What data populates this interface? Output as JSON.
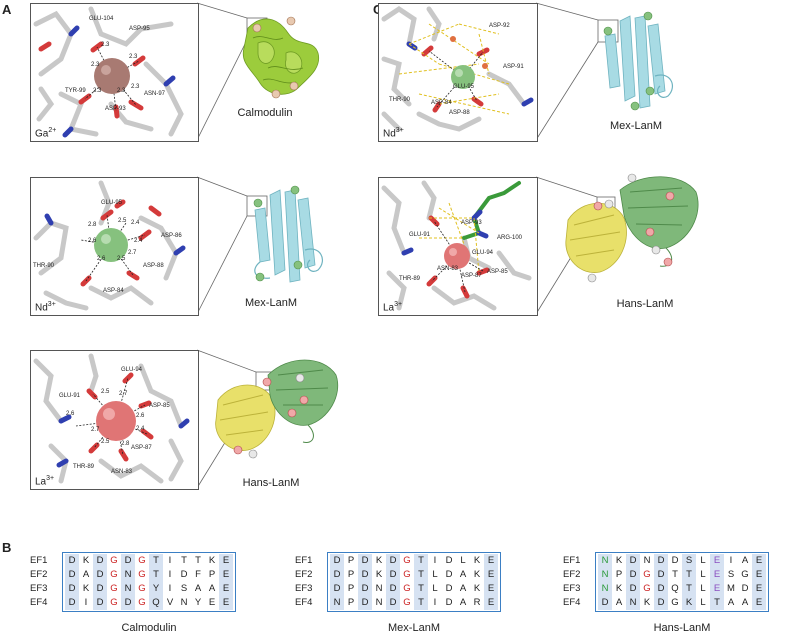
{
  "panels": {
    "a": "A",
    "b": "B",
    "c": "C"
  },
  "panel_a": {
    "rows": [
      {
        "ion": "Ga",
        "charge": "2+",
        "protein": "Calmodulin",
        "residues": [
          "GLU-104",
          "ASP-95",
          "TYR-99",
          "ASN-97",
          "ASP-93"
        ],
        "distances": [
          "2.3",
          "2.3",
          "2.3",
          "2.3",
          "2.3",
          "2.3"
        ],
        "metal_color": "#a87a72"
      },
      {
        "ion": "Nd",
        "charge": "3+",
        "protein": "Mex-LanM",
        "residues": [
          "GLU-95",
          "ASP-86",
          "THR-90",
          "ASP-88",
          "ASP-84"
        ],
        "distances": [
          "2.8",
          "2.5",
          "2.4",
          "2.6",
          "2.4",
          "2.7",
          "2.5",
          "2.6"
        ],
        "metal_color": "#86c17e"
      },
      {
        "ion": "La",
        "charge": "3+",
        "protein": "Hans-LanM",
        "residues": [
          "GLU-94",
          "GLU-91",
          "ASP-85",
          "ASP-87",
          "THR-89",
          "ASN-83"
        ],
        "distances": [
          "2.6",
          "2.5",
          "2.7",
          "2.6",
          "2.4",
          "2.7",
          "2.5",
          "2.8"
        ],
        "metal_color": "#e07575"
      }
    ]
  },
  "panel_c": {
    "rows": [
      {
        "ion": "Nd",
        "charge": "3+",
        "protein": "Mex-LanM",
        "residues": [
          "ASP-92",
          "ASP-91",
          "GLU-95",
          "THR-90",
          "ASP-84",
          "ASP-88"
        ],
        "metal_color": "#86c17e"
      },
      {
        "ion": "La",
        "charge": "3+",
        "protein": "Hans-LanM",
        "residues": [
          "ARG-100",
          "ASP-93",
          "GLU-94",
          "GLU-91",
          "ASP-85",
          "THR-89",
          "ASN-83",
          "ASP-87"
        ],
        "metal_color": "#e07575"
      }
    ]
  },
  "panel_b": {
    "ef_labels": [
      "EF1",
      "EF2",
      "EF3",
      "EF4"
    ],
    "colors": {
      "red": "#cc2222",
      "green": "#2a9a3a",
      "purple": "#8a4fc0",
      "black": "#222222",
      "highlight": "#d6e2f2",
      "border": "#3b7fc4"
    },
    "blocks": [
      {
        "name": "Calmodulin",
        "highlight_cols": [
          0,
          2,
          4,
          6,
          11
        ],
        "rows": [
          [
            [
              "D",
              "black"
            ],
            [
              "K",
              "black"
            ],
            [
              "D",
              "black"
            ],
            [
              "G",
              "red"
            ],
            [
              "D",
              "black"
            ],
            [
              "G",
              "red"
            ],
            [
              "T",
              "black"
            ],
            [
              "I",
              "black"
            ],
            [
              "T",
              "black"
            ],
            [
              "T",
              "black"
            ],
            [
              "K",
              "black"
            ],
            [
              "E",
              "black"
            ]
          ],
          [
            [
              "D",
              "black"
            ],
            [
              "A",
              "black"
            ],
            [
              "D",
              "black"
            ],
            [
              "G",
              "red"
            ],
            [
              "N",
              "black"
            ],
            [
              "G",
              "red"
            ],
            [
              "T",
              "black"
            ],
            [
              "I",
              "black"
            ],
            [
              "D",
              "black"
            ],
            [
              "F",
              "black"
            ],
            [
              "P",
              "black"
            ],
            [
              "E",
              "black"
            ]
          ],
          [
            [
              "D",
              "black"
            ],
            [
              "K",
              "black"
            ],
            [
              "D",
              "black"
            ],
            [
              "G",
              "red"
            ],
            [
              "N",
              "black"
            ],
            [
              "G",
              "red"
            ],
            [
              "Y",
              "black"
            ],
            [
              "I",
              "black"
            ],
            [
              "S",
              "black"
            ],
            [
              "A",
              "black"
            ],
            [
              "A",
              "black"
            ],
            [
              "E",
              "black"
            ]
          ],
          [
            [
              "D",
              "black"
            ],
            [
              "I",
              "black"
            ],
            [
              "D",
              "black"
            ],
            [
              "G",
              "red"
            ],
            [
              "D",
              "black"
            ],
            [
              "G",
              "red"
            ],
            [
              "Q",
              "black"
            ],
            [
              "V",
              "black"
            ],
            [
              "N",
              "black"
            ],
            [
              "Y",
              "black"
            ],
            [
              "E",
              "black"
            ],
            [
              "E",
              "black"
            ]
          ]
        ]
      },
      {
        "name": "Mex-LanM",
        "highlight_cols": [
          0,
          2,
          4,
          6,
          11
        ],
        "rows": [
          [
            [
              "D",
              "black"
            ],
            [
              "P",
              "black"
            ],
            [
              "D",
              "black"
            ],
            [
              "K",
              "black"
            ],
            [
              "D",
              "black"
            ],
            [
              "G",
              "red"
            ],
            [
              "T",
              "black"
            ],
            [
              "I",
              "black"
            ],
            [
              "D",
              "black"
            ],
            [
              "L",
              "black"
            ],
            [
              "K",
              "black"
            ],
            [
              "E",
              "black"
            ]
          ],
          [
            [
              "D",
              "black"
            ],
            [
              "P",
              "black"
            ],
            [
              "D",
              "black"
            ],
            [
              "K",
              "black"
            ],
            [
              "D",
              "black"
            ],
            [
              "G",
              "red"
            ],
            [
              "T",
              "black"
            ],
            [
              "L",
              "black"
            ],
            [
              "D",
              "black"
            ],
            [
              "A",
              "black"
            ],
            [
              "K",
              "black"
            ],
            [
              "E",
              "black"
            ]
          ],
          [
            [
              "D",
              "black"
            ],
            [
              "P",
              "black"
            ],
            [
              "D",
              "black"
            ],
            [
              "N",
              "black"
            ],
            [
              "D",
              "black"
            ],
            [
              "G",
              "red"
            ],
            [
              "T",
              "black"
            ],
            [
              "L",
              "black"
            ],
            [
              "D",
              "black"
            ],
            [
              "A",
              "black"
            ],
            [
              "K",
              "black"
            ],
            [
              "E",
              "black"
            ]
          ],
          [
            [
              "N",
              "black"
            ],
            [
              "P",
              "black"
            ],
            [
              "D",
              "black"
            ],
            [
              "N",
              "black"
            ],
            [
              "D",
              "black"
            ],
            [
              "G",
              "red"
            ],
            [
              "T",
              "black"
            ],
            [
              "I",
              "black"
            ],
            [
              "D",
              "black"
            ],
            [
              "A",
              "black"
            ],
            [
              "R",
              "black"
            ],
            [
              "E",
              "black"
            ]
          ]
        ]
      },
      {
        "name": "Hans-LanM",
        "highlight_cols": [
          0,
          2,
          4,
          6,
          8,
          11
        ],
        "rows": [
          [
            [
              "N",
              "green"
            ],
            [
              "K",
              "black"
            ],
            [
              "D",
              "black"
            ],
            [
              "N",
              "black"
            ],
            [
              "D",
              "black"
            ],
            [
              "D",
              "black"
            ],
            [
              "S",
              "black"
            ],
            [
              "L",
              "black"
            ],
            [
              "E",
              "purple"
            ],
            [
              "I",
              "black"
            ],
            [
              "A",
              "black"
            ],
            [
              "E",
              "black"
            ]
          ],
          [
            [
              "N",
              "green"
            ],
            [
              "P",
              "black"
            ],
            [
              "D",
              "black"
            ],
            [
              "G",
              "red"
            ],
            [
              "D",
              "black"
            ],
            [
              "T",
              "black"
            ],
            [
              "T",
              "black"
            ],
            [
              "L",
              "black"
            ],
            [
              "E",
              "purple"
            ],
            [
              "S",
              "black"
            ],
            [
              "G",
              "black"
            ],
            [
              "E",
              "black"
            ]
          ],
          [
            [
              "N",
              "green"
            ],
            [
              "K",
              "black"
            ],
            [
              "D",
              "black"
            ],
            [
              "G",
              "red"
            ],
            [
              "D",
              "black"
            ],
            [
              "Q",
              "black"
            ],
            [
              "T",
              "black"
            ],
            [
              "L",
              "black"
            ],
            [
              "E",
              "purple"
            ],
            [
              "M",
              "black"
            ],
            [
              "D",
              "black"
            ],
            [
              "E",
              "black"
            ]
          ],
          [
            [
              "D",
              "black"
            ],
            [
              "A",
              "black"
            ],
            [
              "N",
              "black"
            ],
            [
              "K",
              "black"
            ],
            [
              "D",
              "black"
            ],
            [
              "G",
              "black"
            ],
            [
              "K",
              "black"
            ],
            [
              "L",
              "black"
            ],
            [
              "T",
              "black"
            ],
            [
              "A",
              "black"
            ],
            [
              "A",
              "black"
            ],
            [
              "E",
              "black"
            ]
          ]
        ]
      }
    ]
  }
}
